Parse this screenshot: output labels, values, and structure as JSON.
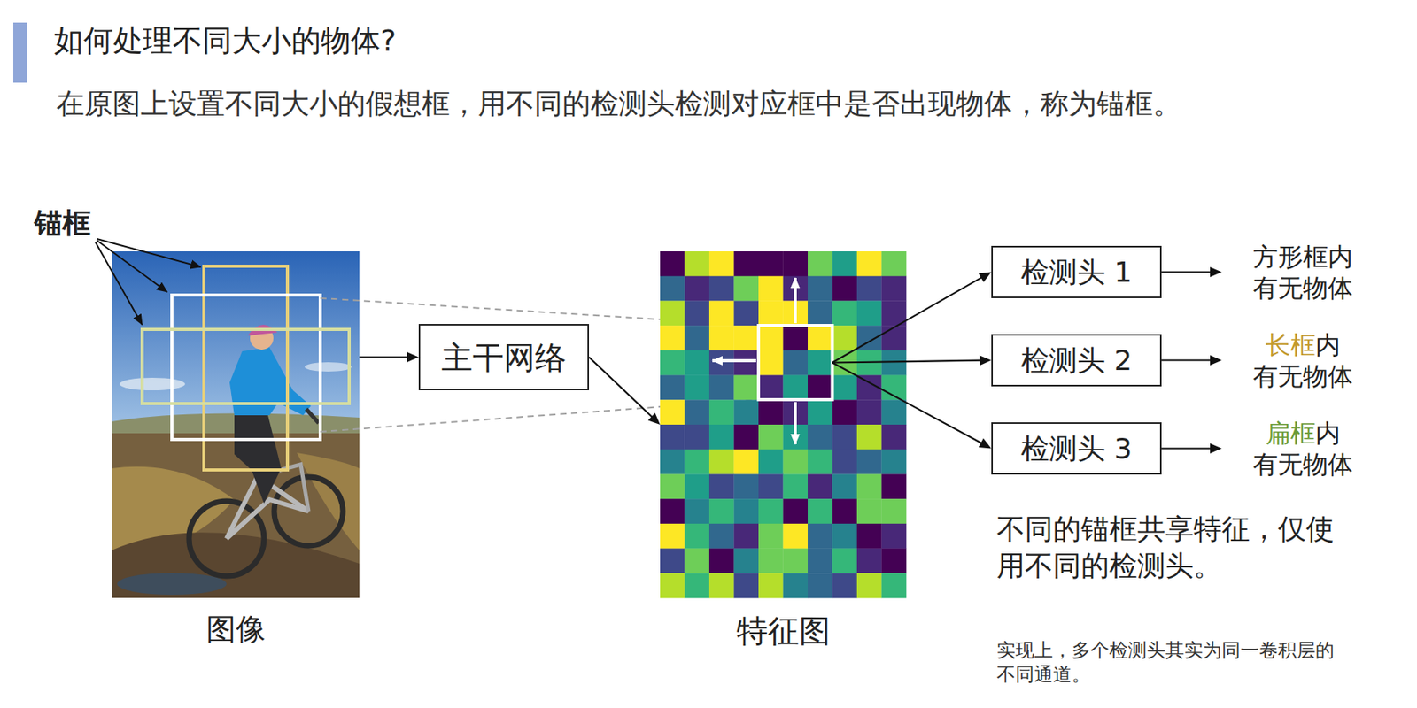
{
  "diagram": {
    "title": "如何处理不同大小的物体?",
    "nodes": [
      {
        "text": [
          "图像"
        ]
      },
      {
        "text": [
          "主干网络"
        ]
      },
      {
        "text": [
          "特征图"
        ]
      },
      {
        "text": [
          "检测头 1"
        ]
      },
      {
        "text": [
          "检测头 2"
        ]
      },
      {
        "text": [
          "检测头 3"
        ]
      }
    ],
    "edges": [
      {
        "from": 0,
        "to": 1,
        "arrow": "to"
      },
      {
        "from": 1,
        "to": 2,
        "arrow": "to"
      },
      {
        "from": 2,
        "to": 3,
        "arrow": "to"
      },
      {
        "from": 2,
        "to": 4,
        "arrow": "to"
      },
      {
        "from": 2,
        "to": 5,
        "arrow": "to"
      }
    ],
    "labels": [
      "在原图上设置不同大小的假想框，用不同的检测头检测对应框中是否出现物体，称为锚框。",
      "锚框",
      "方形框内 有无物体",
      "长框",
      "内 有无物体",
      "扁框",
      "内 有无物体",
      "不同的锚框共享特征，仅使 用不同的检测头。",
      "实现上，多个检测头其实为同一卷积层的 不同通道。"
    ]
  }
}
